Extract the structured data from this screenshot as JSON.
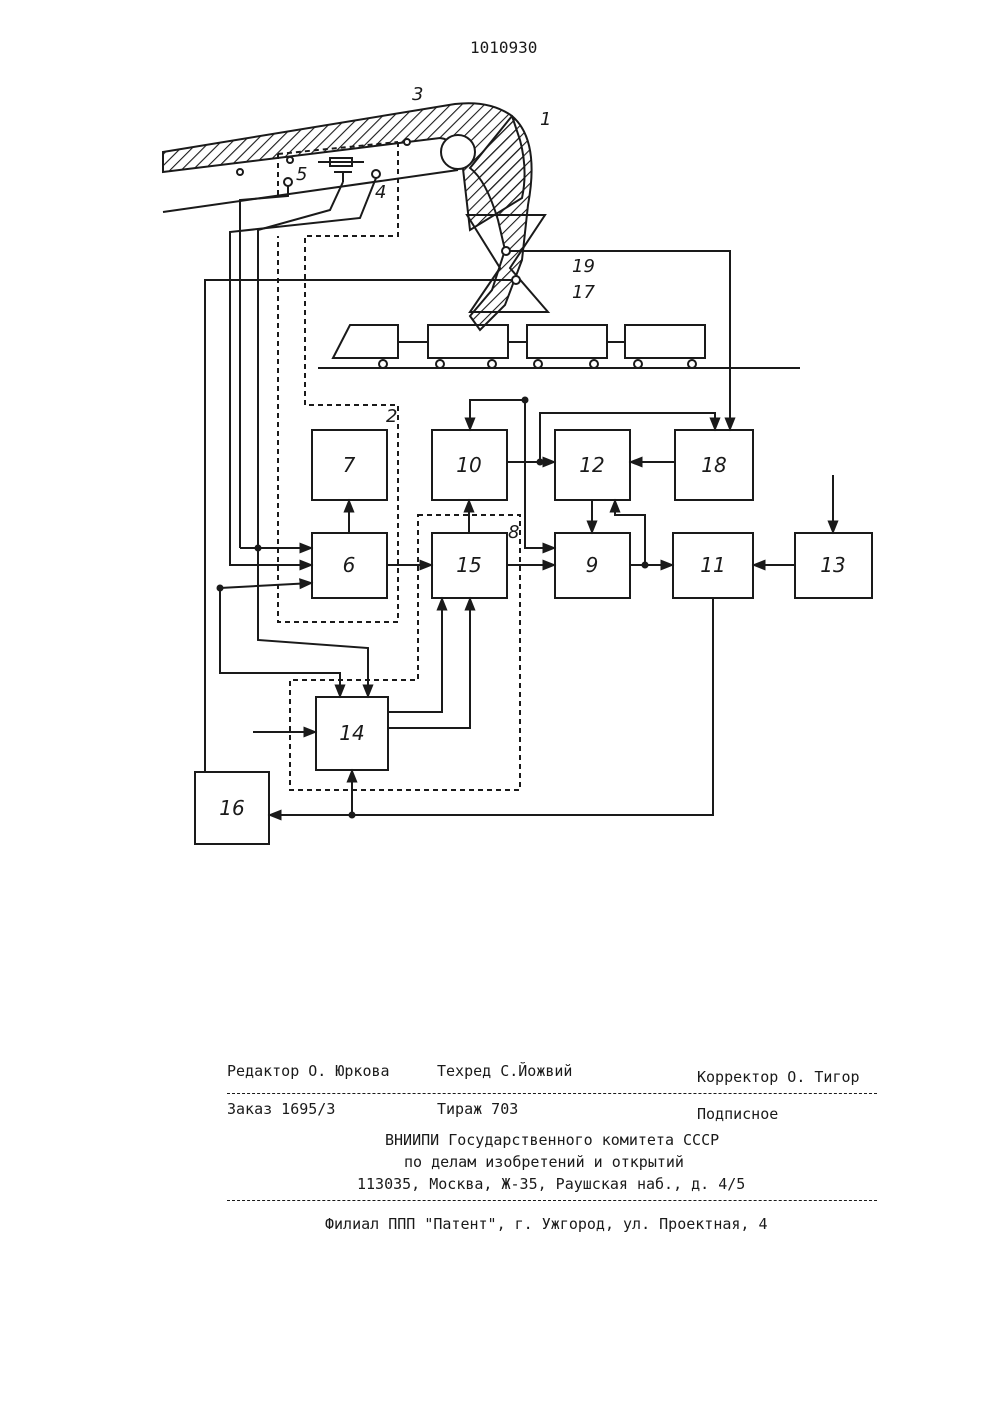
{
  "patent_number": "1010930",
  "diagram": {
    "labels": {
      "l1": "1",
      "l2": "2",
      "l3": "3",
      "l4": "4",
      "l5": "5",
      "l17": "17",
      "l19": "19",
      "l8": "8"
    },
    "blocks": {
      "b6": "6",
      "b7": "7",
      "b9": "9",
      "b10": "10",
      "b11": "11",
      "b12": "12",
      "b13": "13",
      "b14": "14",
      "b15": "15",
      "b16": "16",
      "b18": "18"
    }
  },
  "footer": {
    "editor": "Редактор О. Юркова",
    "techred": "Техред С.Йожвий",
    "corrector": "Корректор О. Тигор",
    "order": "Заказ 1695/3",
    "circulation": "Тираж 703",
    "subscription": "Подписное",
    "org_line1": "ВНИИПИ Государственного комитета СССР",
    "org_line2": "по делам изобретений и открытий",
    "org_line3": "113035, Москва, Ж-35, Раушская наб., д. 4/5",
    "branch": "Филиал ППП \"Патент\", г. Ужгород, ул. Проектная, 4"
  }
}
